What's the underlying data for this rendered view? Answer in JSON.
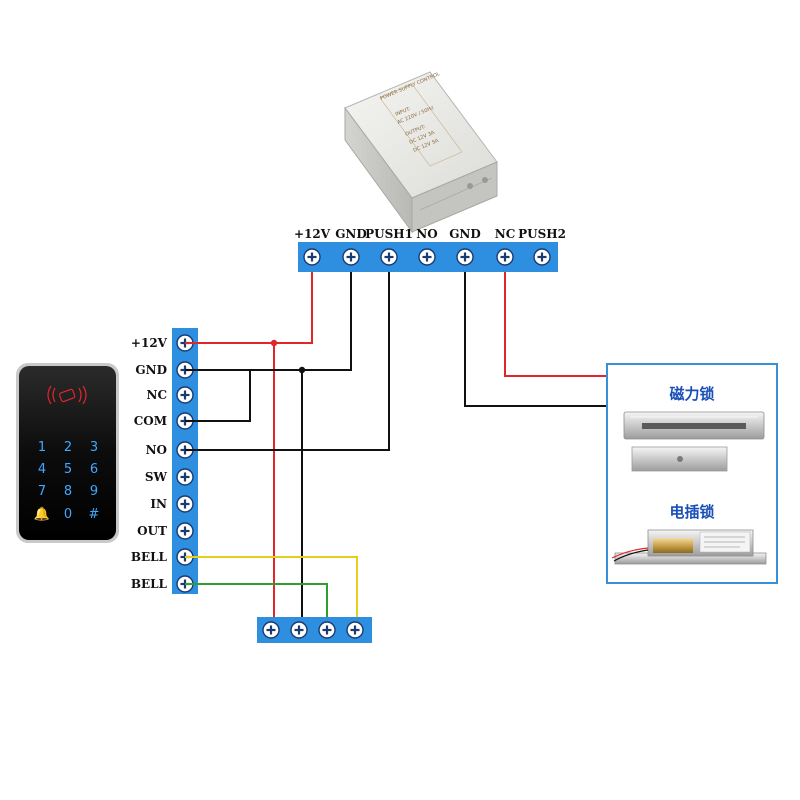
{
  "power_supply": {
    "terminals": [
      "+12V",
      "GND",
      "PUSH1",
      "NO",
      "GND",
      "NC",
      "PUSH2"
    ],
    "label_lines": [
      "POWER SUPPLY CONTROL",
      "INPUT:",
      "AC 220V / 50Hz",
      "OUTPUT:",
      "DC 12V 3A",
      "DC 12V 5A"
    ]
  },
  "reader": {
    "terminals": [
      "+12V",
      "GND",
      "NC",
      "COM",
      "NO",
      "SW",
      "IN",
      "OUT",
      "BELL",
      "BELL"
    ],
    "keys": [
      "1",
      "2",
      "3",
      "4",
      "5",
      "6",
      "7",
      "8",
      "9",
      "🔔",
      "0",
      "#"
    ]
  },
  "locks": {
    "magnetic_lock_label": "磁力锁",
    "electric_bolt_label": "电插锁"
  },
  "colors": {
    "terminal_blue": "#2e8fe0",
    "wire_red": "#e0262b",
    "wire_black": "#111111",
    "wire_yellow": "#e6cf1a",
    "wire_green": "#2e9e2e",
    "frame_blue": "#3a8fd9"
  }
}
